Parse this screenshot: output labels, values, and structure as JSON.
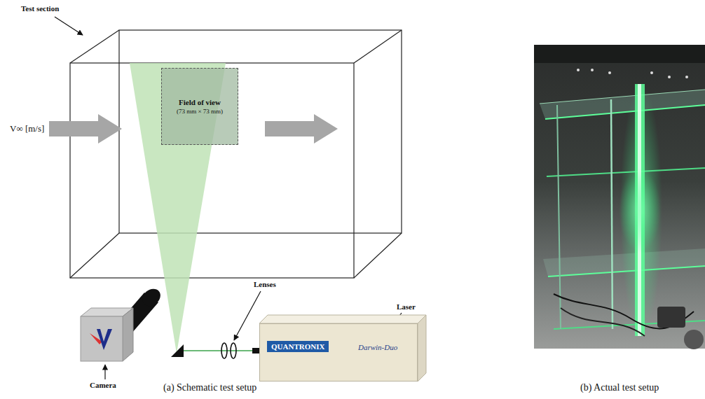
{
  "diagram": {
    "nodes": [
      {
        "text": [
          "Field of view",
          "(73 mm × 73 mm)"
        ]
      },
      {
        "text": [
          "QUANTRONIX",
          "Darwin-Duo"
        ]
      }
    ],
    "labels": [
      "Test section",
      "V∞ [m/s]",
      "Lenses",
      "Laser",
      "Camera",
      "(a) Schematic test setup",
      "(b) Actual test setup"
    ]
  }
}
